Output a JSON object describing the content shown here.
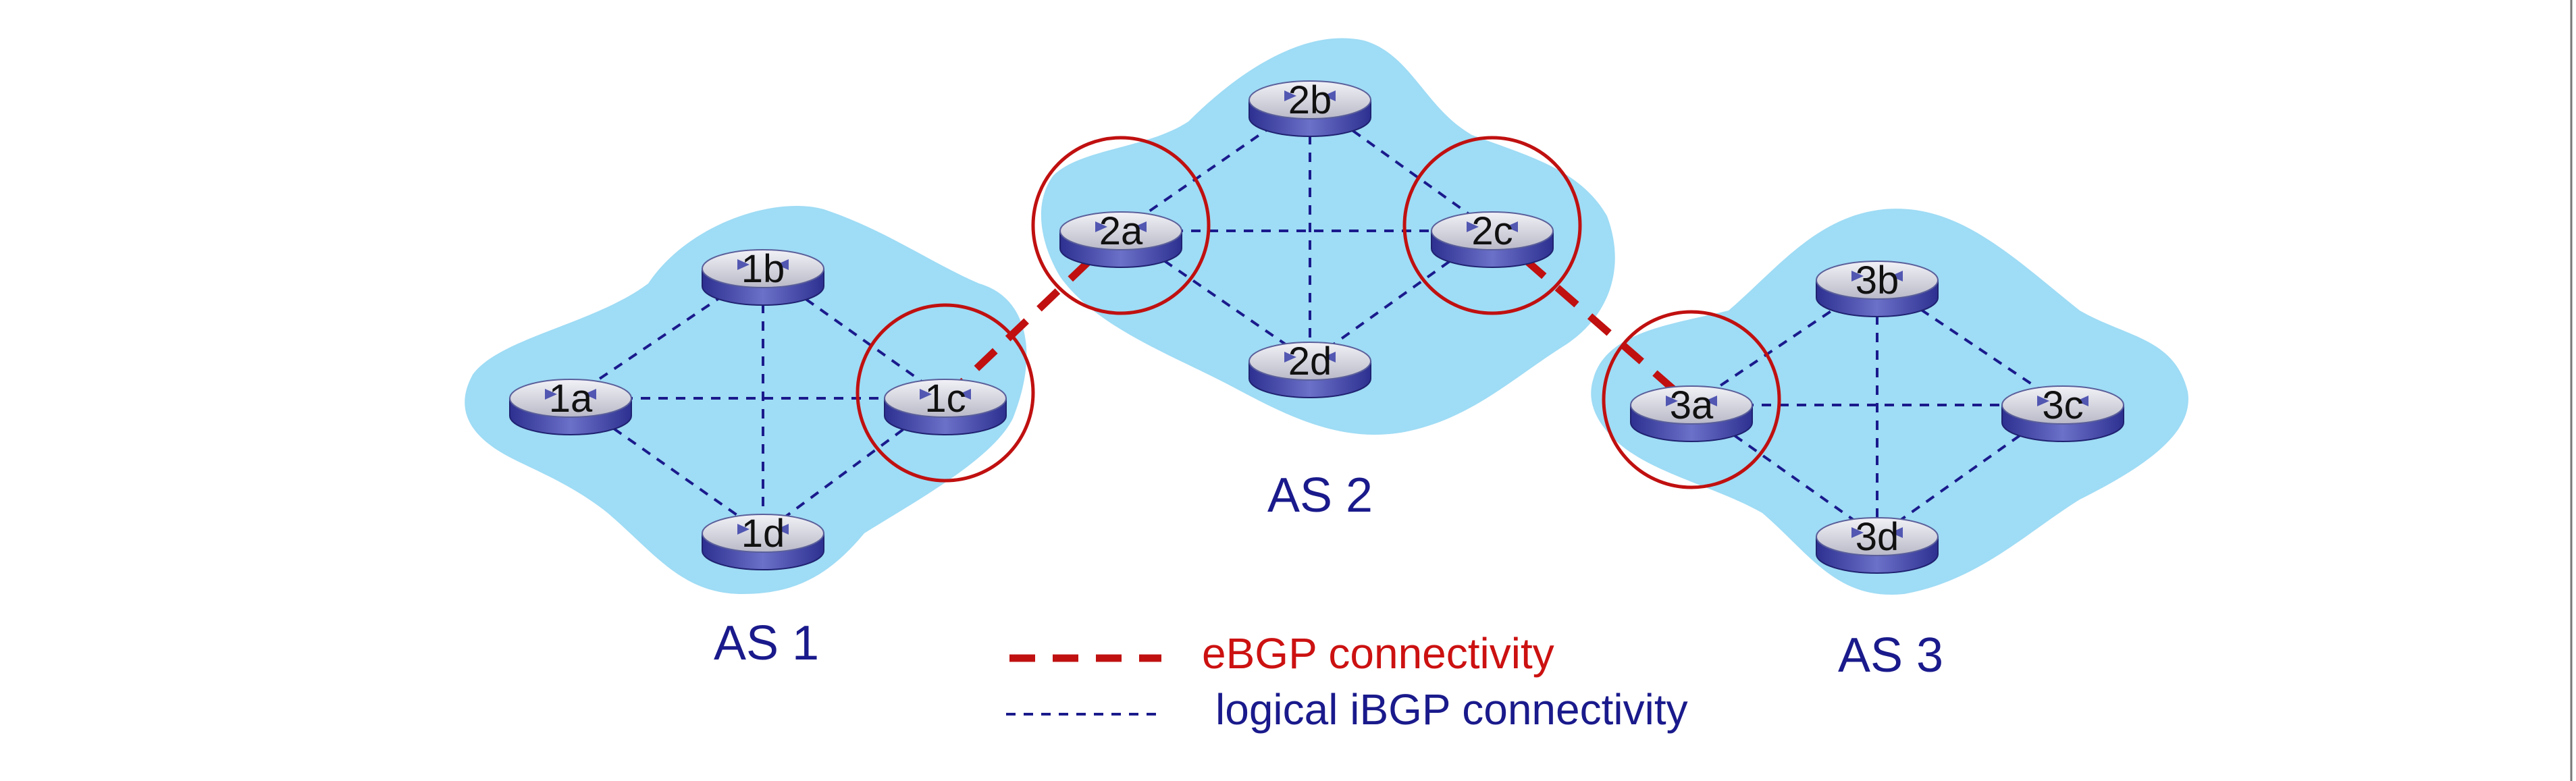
{
  "routers": [
    {
      "id": "1a",
      "label": "1a"
    },
    {
      "id": "1b",
      "label": "1b"
    },
    {
      "id": "1c",
      "label": "1c"
    },
    {
      "id": "1d",
      "label": "1d"
    },
    {
      "id": "2a",
      "label": "2a"
    },
    {
      "id": "2b",
      "label": "2b"
    },
    {
      "id": "2c",
      "label": "2c"
    },
    {
      "id": "2d",
      "label": "2d"
    },
    {
      "id": "3a",
      "label": "3a"
    },
    {
      "id": "3b",
      "label": "3b"
    },
    {
      "id": "3c",
      "label": "3c"
    },
    {
      "id": "3d",
      "label": "3d"
    }
  ],
  "as_labels": {
    "as1": "AS 1",
    "as2": "AS 2",
    "as3": "AS 3"
  },
  "ibgp_links": [
    [
      "1a",
      "1b"
    ],
    [
      "1a",
      "1c"
    ],
    [
      "1a",
      "1d"
    ],
    [
      "1b",
      "1c"
    ],
    [
      "1b",
      "1d"
    ],
    [
      "1c",
      "1d"
    ],
    [
      "2a",
      "2b"
    ],
    [
      "2a",
      "2c"
    ],
    [
      "2a",
      "2d"
    ],
    [
      "2b",
      "2c"
    ],
    [
      "2b",
      "2d"
    ],
    [
      "2c",
      "2d"
    ],
    [
      "3a",
      "3b"
    ],
    [
      "3a",
      "3c"
    ],
    [
      "3a",
      "3d"
    ],
    [
      "3b",
      "3c"
    ],
    [
      "3b",
      "3d"
    ],
    [
      "3c",
      "3d"
    ]
  ],
  "ebgp_links": [
    [
      "1c",
      "2a"
    ],
    [
      "2c",
      "3a"
    ]
  ],
  "border_routers": [
    "1c",
    "2a",
    "2c",
    "3a"
  ],
  "legend": {
    "ebgp": "eBGP connectivity",
    "ibgp": "logical iBGP connectivity"
  },
  "colors": {
    "cloud": "#9fdcf5",
    "ebgp": "#c01010",
    "ibgp": "#1a1a8c",
    "as_label": "#1a1a8c",
    "router_body": "#4a4fb0",
    "router_top": "#c9c9d6"
  },
  "icons": {
    "router": "router-icon"
  }
}
